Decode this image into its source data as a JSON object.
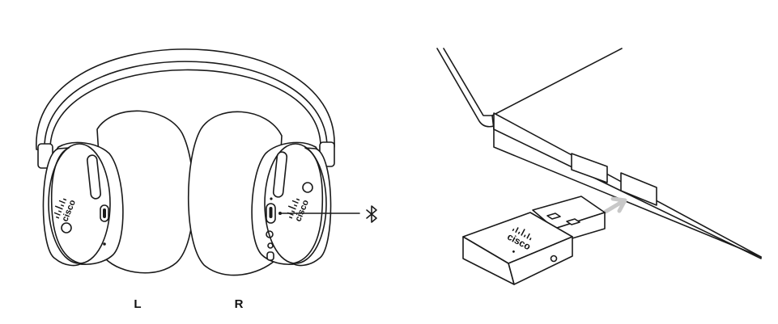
{
  "headset": {
    "left_label": "L",
    "right_label": "R",
    "left_brand": "cisco",
    "right_brand": "cisco"
  },
  "callout": {
    "icon": "bluetooth-icon"
  },
  "dongle": {
    "brand": "cisco",
    "arrow_color": "#c8c8c8"
  }
}
